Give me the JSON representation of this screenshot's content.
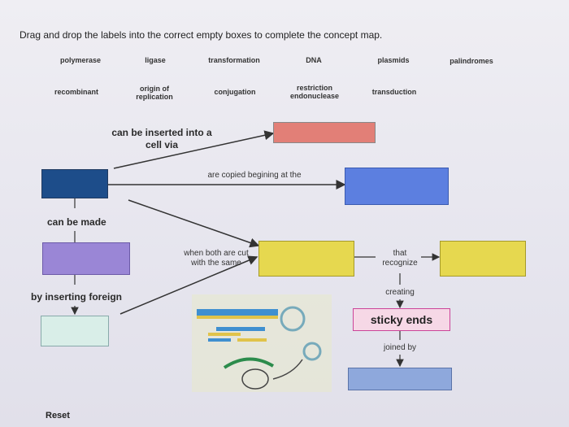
{
  "instructions": "Drag and drop the labels into the correct empty boxes to complete the concept map.",
  "labels": [
    "polymerase",
    "ligase",
    "transformation",
    "DNA",
    "plasmids",
    "palindromes",
    "recombinant",
    "origin of replication",
    "conjugation",
    "restriction endonuclease",
    "transduction"
  ],
  "map": {
    "inserted_text": "can be inserted into a cell via",
    "copied_text": "are copied begining at the",
    "made_text": "can be made",
    "foreign_text": "by inserting foreign",
    "both_cut_text": "when both are cut with the same",
    "recognize_text": "that recognize",
    "creating_text": "creating",
    "sticky_ends": "sticky ends",
    "joined_text": "joined by"
  },
  "reset_label": "Reset"
}
